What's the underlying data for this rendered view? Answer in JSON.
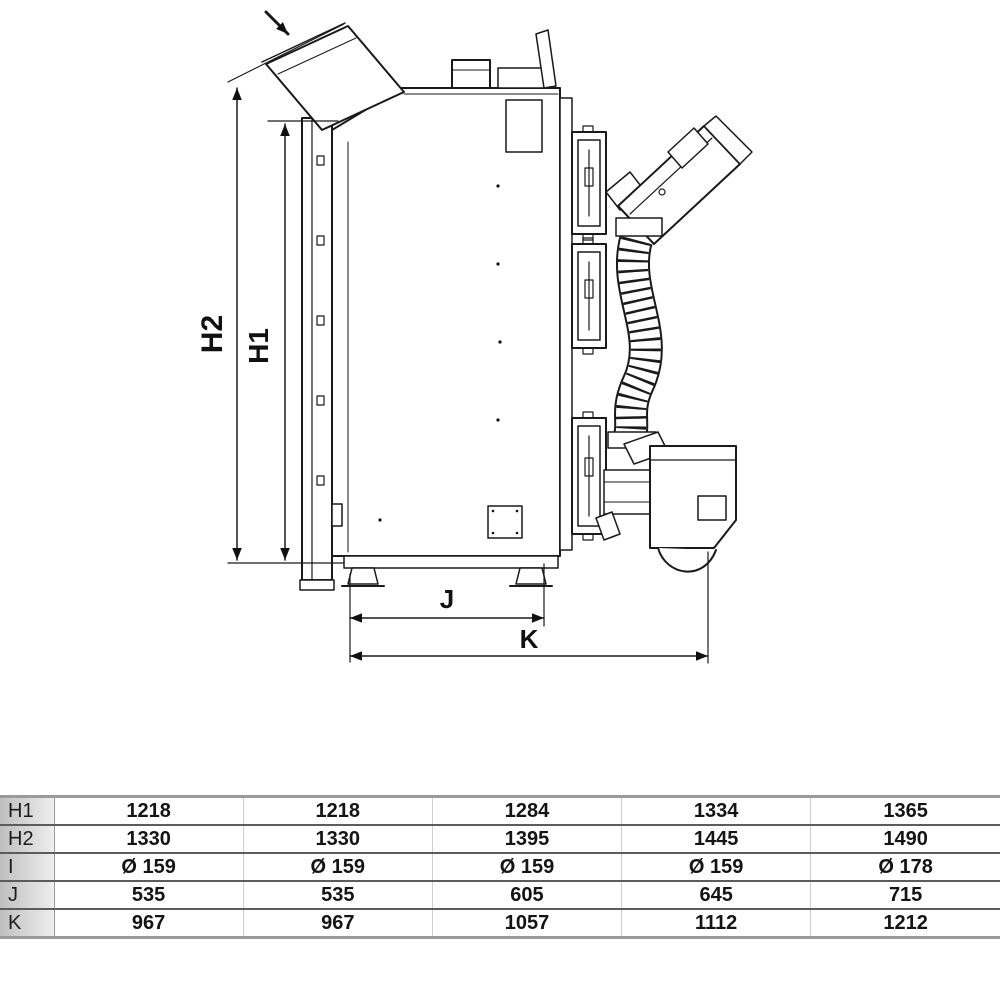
{
  "diagram": {
    "dims": {
      "h1": "H1",
      "h2": "H2",
      "j": "J",
      "k": "K"
    }
  },
  "table": {
    "rows": [
      {
        "label": "H1",
        "values": [
          "1218",
          "1218",
          "1284",
          "1334",
          "1365"
        ]
      },
      {
        "label": "H2",
        "values": [
          "1330",
          "1330",
          "1395",
          "1445",
          "1490"
        ]
      },
      {
        "label": "I",
        "values": [
          "Ø 159",
          "Ø 159",
          "Ø 159",
          "Ø 159",
          "Ø 178"
        ]
      },
      {
        "label": "J",
        "values": [
          "535",
          "535",
          "605",
          "645",
          "715"
        ]
      },
      {
        "label": "K",
        "values": [
          "967",
          "967",
          "1057",
          "1112",
          "1212"
        ]
      }
    ]
  }
}
